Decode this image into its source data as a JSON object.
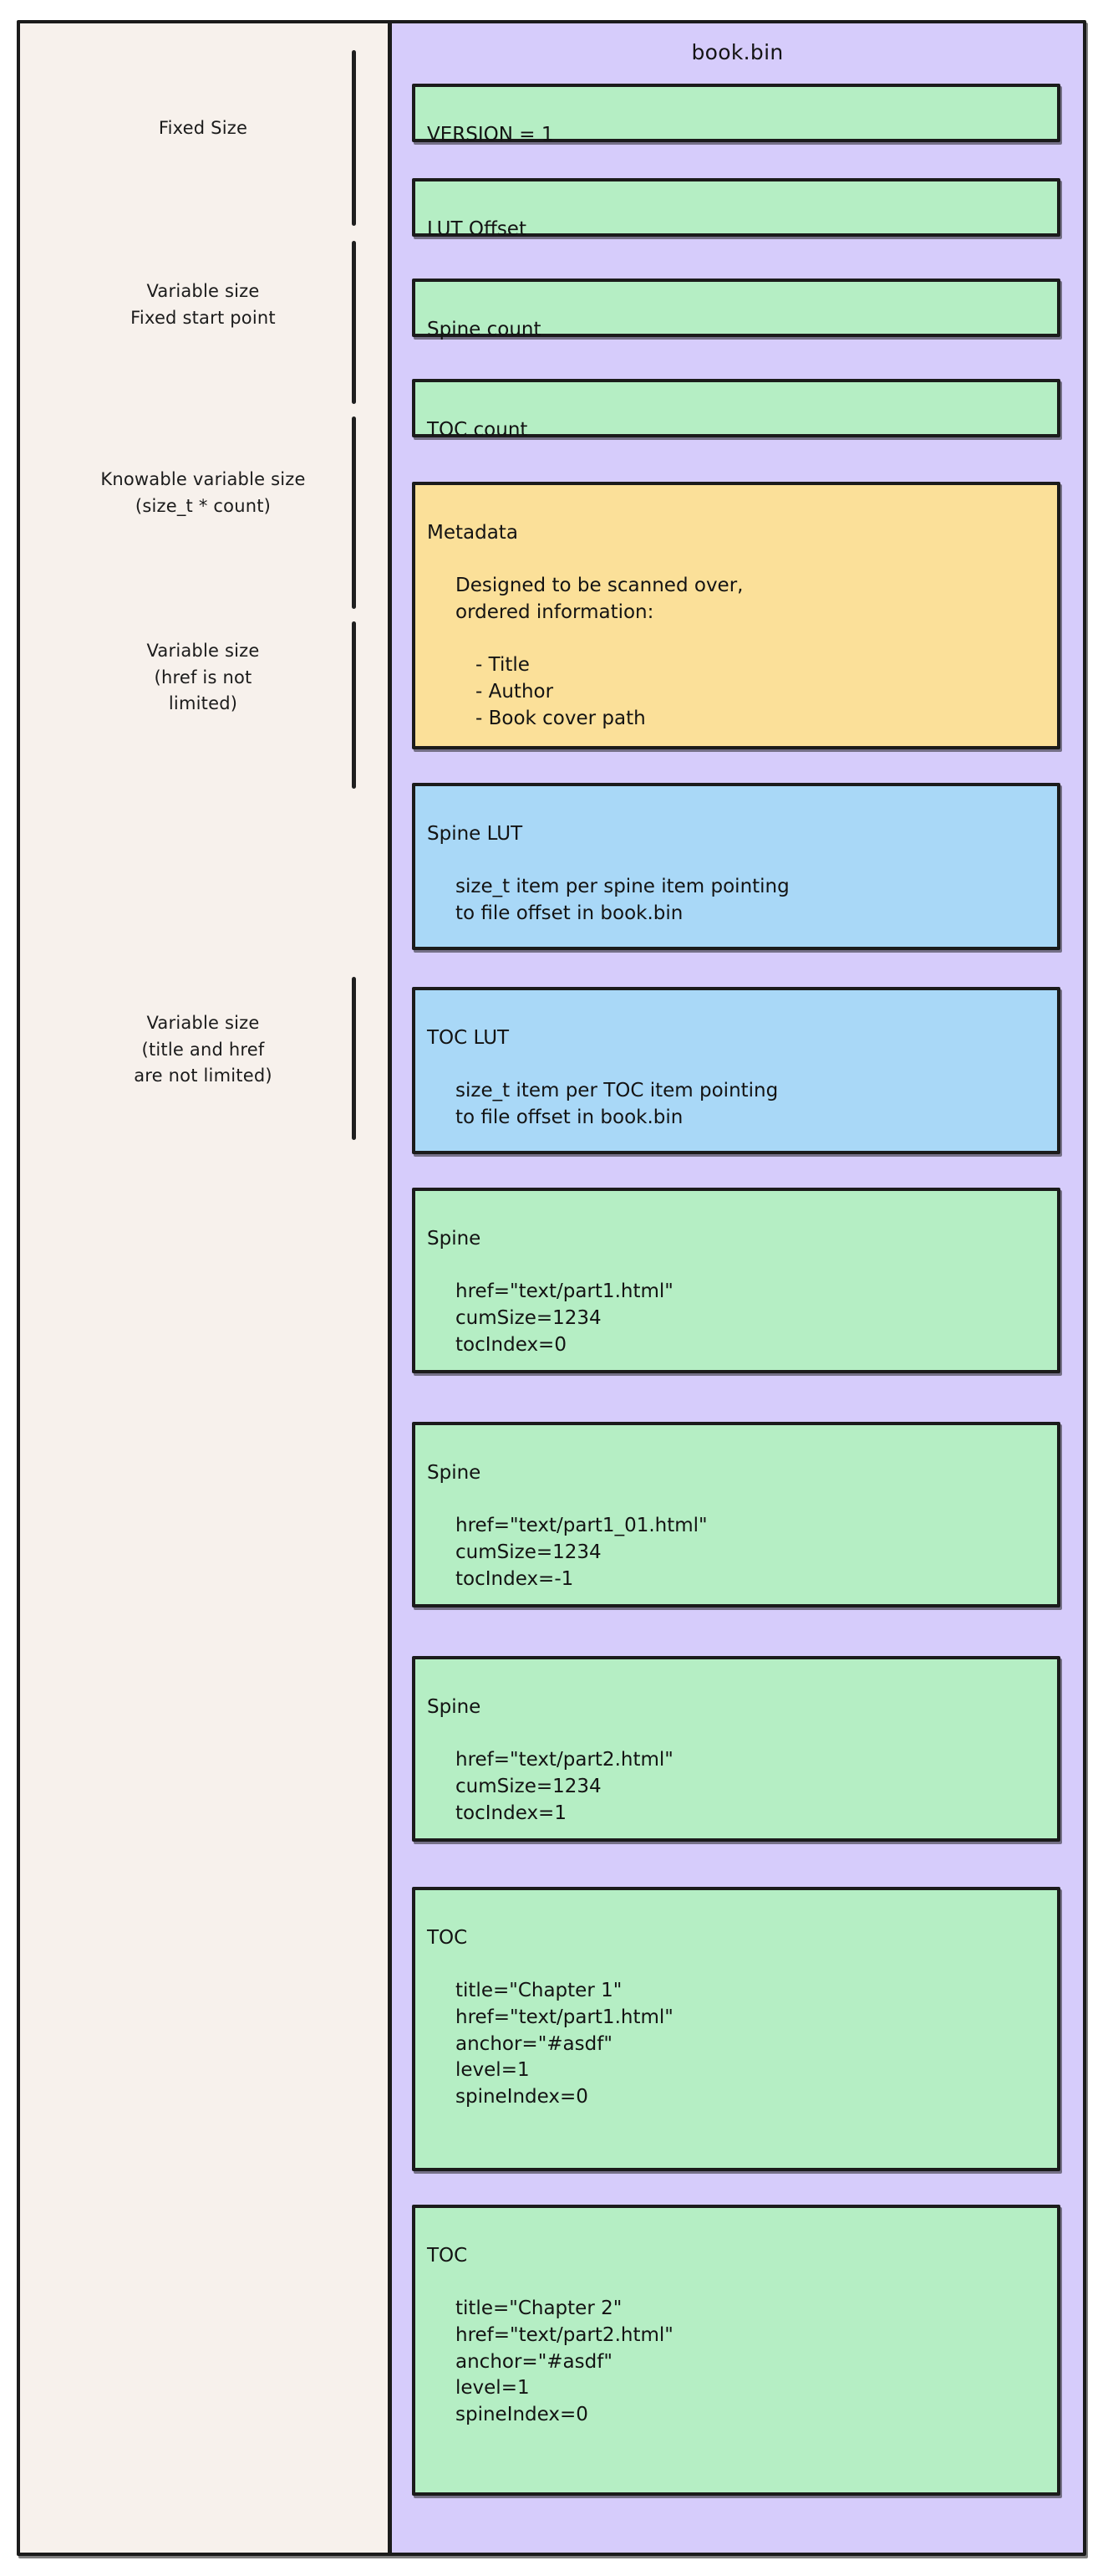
{
  "diagram": {
    "file_title": "book.bin",
    "colors": {
      "panel_purple": "#d6ccfb",
      "sidebar_cream": "#f7f1ec",
      "box_green": "#b5eec4",
      "box_yellow": "#fbe099",
      "box_blue": "#a9d8f7",
      "stroke": "#1b1b1b"
    }
  },
  "annotations": [
    {
      "id": "fixed-size",
      "text": "Fixed Size"
    },
    {
      "id": "variable-fixed-start",
      "text": "Variable size\nFixed start point"
    },
    {
      "id": "knowable-variable",
      "text": "Knowable variable size\n(size_t * count)"
    },
    {
      "id": "variable-href",
      "text": "Variable size\n(href is not\nlimited)"
    },
    {
      "id": "variable-title-href",
      "text": "Variable size\n(title and href\nare not limited)"
    }
  ],
  "blocks": [
    {
      "id": "version",
      "color": "green",
      "header": "VERSION = 1",
      "lines": []
    },
    {
      "id": "lut-offset",
      "color": "green",
      "header": "LUT Offset",
      "lines": []
    },
    {
      "id": "spine-count",
      "color": "green",
      "header": "Spine count",
      "lines": []
    },
    {
      "id": "toc-count",
      "color": "green",
      "header": "TOC count",
      "lines": []
    },
    {
      "id": "metadata",
      "color": "yellow",
      "header": "Metadata",
      "body": "Designed to be scanned over,\nordered information:",
      "sublist": "- Title\n- Author\n- Book cover path"
    },
    {
      "id": "spine-lut",
      "color": "blue",
      "header": "Spine LUT",
      "body": "size_t item per spine item pointing\nto file offset in book.bin"
    },
    {
      "id": "toc-lut",
      "color": "blue",
      "header": "TOC LUT",
      "body": "size_t item per TOC item pointing\nto file offset in book.bin"
    },
    {
      "id": "spine-1",
      "color": "green",
      "header": "Spine",
      "body": "href=\"text/part1.html\"\ncumSize=1234\ntocIndex=0"
    },
    {
      "id": "spine-2",
      "color": "green",
      "header": "Spine",
      "body": "href=\"text/part1_01.html\"\ncumSize=1234\ntocIndex=-1"
    },
    {
      "id": "spine-3",
      "color": "green",
      "header": "Spine",
      "body": "href=\"text/part2.html\"\ncumSize=1234\ntocIndex=1"
    },
    {
      "id": "toc-1",
      "color": "green",
      "header": "TOC",
      "body": "title=\"Chapter 1\"\nhref=\"text/part1.html\"\nanchor=\"#asdf\"\nlevel=1\nspineIndex=0"
    },
    {
      "id": "toc-2",
      "color": "green",
      "header": "TOC",
      "body": "title=\"Chapter 2\"\nhref=\"text/part2.html\"\nanchor=\"#asdf\"\nlevel=1\nspineIndex=0"
    }
  ]
}
